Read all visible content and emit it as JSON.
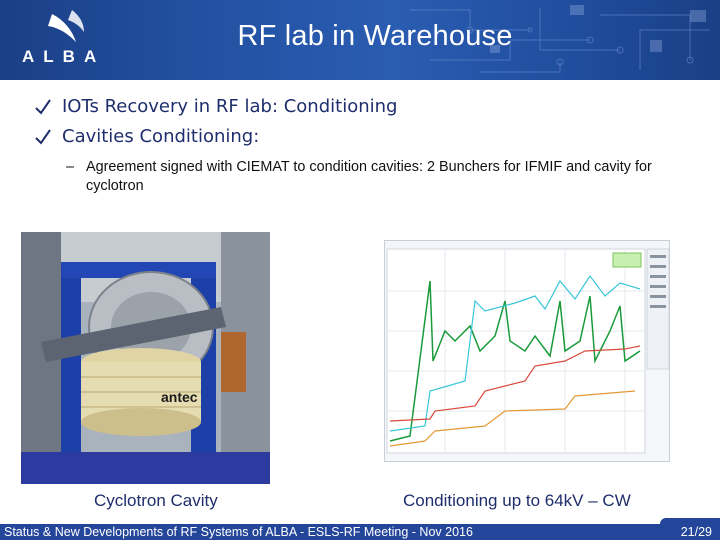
{
  "header": {
    "title": "RF lab in Warehouse",
    "logo_text": "ALBA"
  },
  "bullets": [
    {
      "icon": "check-icon",
      "text": "IOTs Recovery in RF lab: Conditioning"
    },
    {
      "icon": "check-icon",
      "text": "Cavities Conditioning:"
    }
  ],
  "sub_bullet": {
    "dash": "–",
    "text": "Agreement signed with CIEMAT to condition cavities: 2 Bunchers for IFMIF and cavity for cyclotron"
  },
  "figures": {
    "photo_caption": "Cyclotron Cavity",
    "photo_label": "antec",
    "plot_caption": "Conditioning up to 64kV – CW"
  },
  "footer": {
    "text": "Status & New Developments of RF Systems of ALBA - ESLS-RF Meeting - Nov 2016",
    "page": "21/29"
  },
  "colors": {
    "brand_blue": "#24469a",
    "bullet_text": "#1f2e6c"
  }
}
